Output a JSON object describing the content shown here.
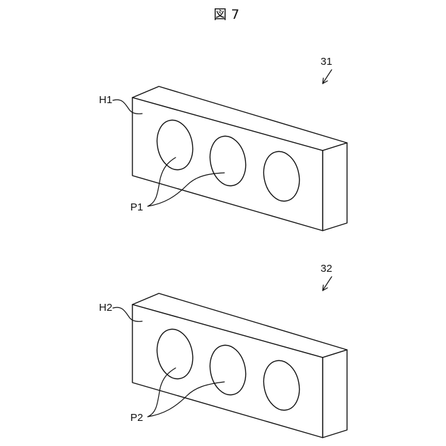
{
  "figure": {
    "title": "図 7",
    "parts": [
      {
        "ref": "31",
        "plate_label": "H1",
        "hole_label": "P1"
      },
      {
        "ref": "32",
        "plate_label": "H2",
        "hole_label": "P2"
      }
    ]
  }
}
